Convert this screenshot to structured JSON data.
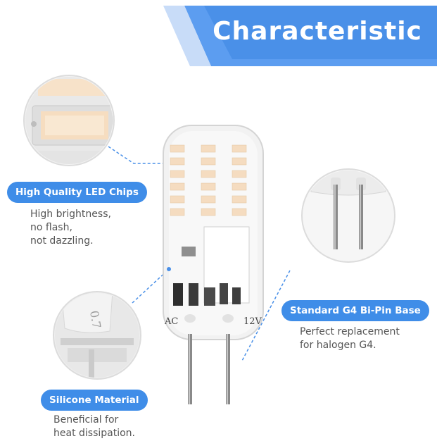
{
  "banner": {
    "title": "Characteristic",
    "color": "#4a90e8"
  },
  "features": [
    {
      "label": "High Quality LED Chips",
      "description": "High brightness,\nno flash,\nnot dazzling."
    },
    {
      "label": "Standard G4 Bi-Pin Base",
      "description": "Perfect replacement\nfor halogen G4."
    },
    {
      "label": "Silicone Material",
      "description": "Beneficial for\nheat dissipation."
    }
  ],
  "bulb": {
    "left_marking": "AC",
    "right_marking": "12V",
    "closeup_marking": "0.7"
  },
  "accent_color": "#3f8de8"
}
